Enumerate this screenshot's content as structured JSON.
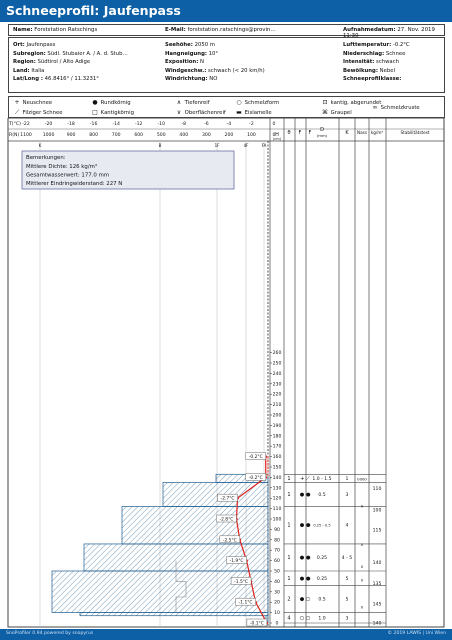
{
  "title": "Schneeprofil: Jaufenpass",
  "header": {
    "name_label": "Name:",
    "name": "Forststation Ratschings",
    "email_label": "E-Mail:",
    "email": "forststation.ratschings@provin…",
    "date_label": "Aufnahmedatum:",
    "date": "27. Nov. 2019 11:30"
  },
  "info": {
    "col1": [
      {
        "label": "Ort:",
        "value": "Jaufenpass"
      },
      {
        "label": "Subregion:",
        "value": "Südl. Stubaier A. / A. d. Stub…"
      },
      {
        "label": "Region:",
        "value": "Südtirol / Alto Adige"
      },
      {
        "label": "Land:",
        "value": "Italia"
      },
      {
        "label": "Lat/Long :",
        "value": "46.8416° / 11.3231°"
      }
    ],
    "col2": [
      {
        "label": "Seehöhe:",
        "value": "2050 m"
      },
      {
        "label": "Hangneigung:",
        "value": "10°"
      },
      {
        "label": "Exposition:",
        "value": "N"
      },
      {
        "label": "Windgeschw.:",
        "value": "schwach (< 20 km/h)"
      },
      {
        "label": "Windrichtung:",
        "value": "NO"
      }
    ],
    "col3": [
      {
        "label": "Lufttemperatur:",
        "value": "-0.2°C"
      },
      {
        "label": "Niederschlag:",
        "value": "Schnee"
      },
      {
        "label": "Intensität:",
        "value": "schwach"
      },
      {
        "label": "Bewölkung:",
        "value": "Nebel"
      },
      {
        "label": "Schneeprofilklasse:",
        "value": ""
      }
    ]
  },
  "legend": {
    "items": [
      {
        "sym": "+",
        "label": "Neuschnee"
      },
      {
        "sym": "⟋",
        "label": "Filziger Schnee"
      },
      {
        "sym": "●",
        "label": "Rundkörnig"
      },
      {
        "sym": "□",
        "label": "Kantigkörnig"
      },
      {
        "sym": "∧",
        "label": "Tiefenreif"
      },
      {
        "sym": "∨",
        "label": "Oberflächenreif"
      },
      {
        "sym": "○",
        "label": "Schmelzform"
      },
      {
        "sym": "▬",
        "label": "Eislamelle"
      },
      {
        "sym": "⊡",
        "label": "kantig, abgerundet"
      },
      {
        "sym": "⌘",
        "label": "Graupel"
      },
      {
        "sym": "∞",
        "label": "Schmelzkruste"
      }
    ]
  },
  "chart_head": {
    "t_label": "T(°C)",
    "t_ticks": [
      "-22",
      "-20",
      "-18",
      "-16",
      "-14",
      "-12",
      "-10",
      "-8",
      "-6",
      "-4",
      "-2",
      "0"
    ],
    "r_label": "R(N)",
    "r_ticks": [
      "1100",
      "1000",
      "900",
      "800",
      "700",
      "600",
      "500",
      "400",
      "300",
      "200",
      "100",
      "0"
    ],
    "hardness_marks": [
      "K",
      "B",
      "1F",
      "4F",
      "FA"
    ],
    "h_label": "H",
    "h_unit": "(cm)",
    "col_theta": "θ",
    "col_f": "F",
    "col_fr": "F",
    "col_d": "D",
    "col_d_unit": "(mm)",
    "col_k": "K",
    "col_nass": "Nass",
    "col_rho": "kg/m³",
    "col_stab": "Stabilitätstest"
  },
  "remarks": {
    "title": "Bemerkungen:",
    "lines": [
      "Mittlere Dichte: 126 kg/m³",
      "Gesamtwasserwert: 177.0 mm",
      "Mittlerer Eindringwiderstand: 227 N"
    ]
  },
  "temperature_labels": [
    "-0.2°C",
    "-0.2°C",
    "-2.7°C",
    "-2.8°C",
    "-2.5°C",
    "-1.9°C",
    "-1.5°C",
    "-1.1°C",
    "-0.1°C"
  ],
  "h_ticks": [
    "160",
    "150",
    "140",
    "130",
    "120",
    "110",
    "100",
    "90",
    "80",
    "70",
    "60",
    "50",
    "40",
    "30",
    "20",
    "10",
    "0"
  ],
  "h_ticks_upper": [
    "260",
    "250",
    "240",
    "230",
    "220",
    "210",
    "200",
    "190",
    "180",
    "170"
  ],
  "layers": [
    {
      "theta": "1",
      "grain": "+ ⟋",
      "d": "1.0 - 1.5",
      "k": "1",
      "nass": "",
      "rho": ""
    },
    {
      "theta": "1",
      "grain": "● ●",
      "d": "0.5",
      "k": "3",
      "nass": "",
      "rho": "110"
    },
    {
      "theta": "1",
      "grain": "● ●",
      "d": "0.25 - 0.5",
      "k": "4",
      "nass": "",
      "rho": "115"
    },
    {
      "theta": "1",
      "grain": "● ●",
      "d": "0.25",
      "k": "4 - 5",
      "nass": "",
      "rho": "140"
    },
    {
      "theta": "1",
      "grain": "● ●",
      "d": "0.25",
      "k": "5",
      "nass": "",
      "rho": "135"
    },
    {
      "theta": "2",
      "grain": "● ○",
      "d": "0.5",
      "k": "5",
      "nass": "",
      "rho": "145"
    },
    {
      "theta": "4",
      "grain": "○ ○",
      "d": "1.0",
      "k": "3",
      "nass": "",
      "rho": "140"
    }
  ],
  "density_extra": [
    "100"
  ],
  "nass_marks": [
    "0000",
    "0",
    "0",
    "0",
    "0",
    "0"
  ],
  "colors": {
    "brand": "#0d5fa6",
    "temp_line": "#e0201b",
    "hatch": "#1e5d8f"
  },
  "footer": {
    "left": "SnoProfiler 0.94 powered by snopyrus",
    "right": "© 2019 LAWIS | Uni Wien"
  }
}
